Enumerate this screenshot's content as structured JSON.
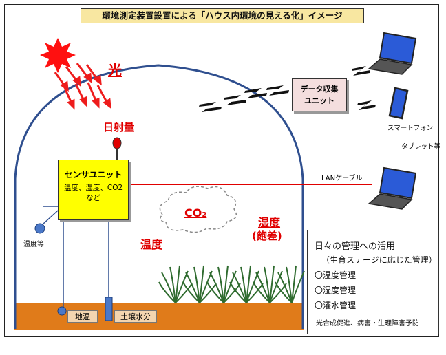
{
  "title": "環境測定装置設置による「ハウス内環境の見える化」イメージ",
  "labels": {
    "light": "光",
    "solar": "日射量",
    "co2": "CO",
    "co2_sub": "2",
    "temperature": "温度",
    "humidity": "湿度",
    "humidity_sub": "(飽差)",
    "temp_etc": "温度等",
    "lan": "LANケーブル",
    "smartphone": "スマートフォン",
    "tablet": "タブレット等"
  },
  "sensor_unit": {
    "title": "センサユニット",
    "desc1": "温度、湿度、CO2",
    "desc2": "など"
  },
  "data_unit": {
    "line1": "データ収集",
    "line2": "ユニット"
  },
  "soil": {
    "ground_temp": "地温",
    "soil_moisture": "土壌水分"
  },
  "management": {
    "heading": "日々の管理への活用",
    "sub": "（生育ステージに応じた管理）",
    "items": [
      "〇温度管理",
      "〇湿度管理",
      "〇灌水管理"
    ],
    "footer": "光合成促進、病害・生理障害予防"
  },
  "colors": {
    "accent_red": "#e00000",
    "sensor_yellow": "#ffff00",
    "soil": "#e07b1a",
    "house": "#2f4f8f"
  }
}
